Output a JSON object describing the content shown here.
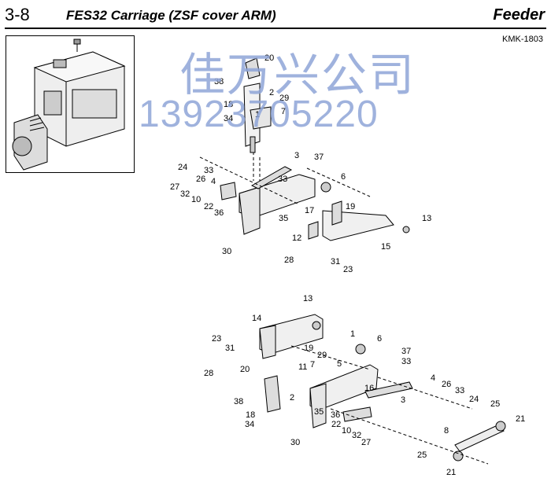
{
  "header": {
    "section": "3-8",
    "title": "FES32 Carriage (ZSF cover ARM)",
    "brand": "Feeder",
    "code": "KMK-1803"
  },
  "watermark": {
    "name": "佳万兴公司",
    "phone": "13923705220"
  },
  "labels_top": [
    "20",
    "38",
    "18",
    "34",
    "2",
    "29",
    "1",
    "7",
    "3",
    "37",
    "24",
    "33",
    "27",
    "32",
    "26",
    "4",
    "33",
    "6",
    "10",
    "22",
    "36",
    "19",
    "17",
    "35",
    "13",
    "12",
    "30",
    "28",
    "15",
    "31",
    "23"
  ],
  "labels_bottom": [
    "13",
    "14",
    "23",
    "31",
    "1",
    "6",
    "19",
    "29",
    "37",
    "28",
    "11",
    "7",
    "33",
    "5",
    "20",
    "4",
    "26",
    "16",
    "33",
    "38",
    "2",
    "3",
    "24",
    "25",
    "35",
    "18",
    "36",
    "34",
    "22",
    "10",
    "21",
    "32",
    "8",
    "30",
    "27",
    "25",
    "21"
  ]
}
